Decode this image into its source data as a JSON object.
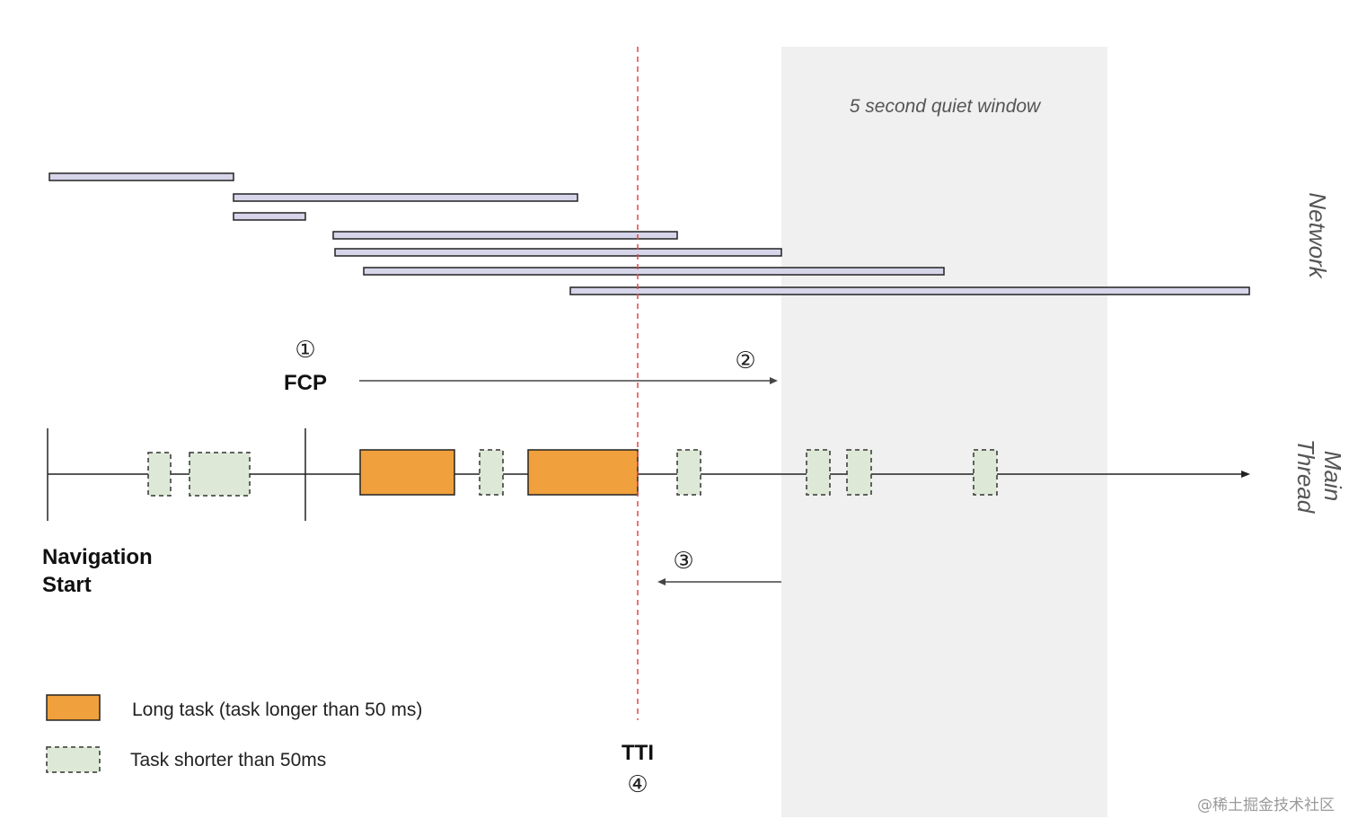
{
  "quiet_window": {
    "label": "5 second quiet window",
    "fill": "#f0f0f0"
  },
  "network_label": "Network",
  "main_thread_label": [
    "Main",
    "Thread"
  ],
  "fcp": {
    "number": "①",
    "label": "FCP"
  },
  "step2": {
    "number": "②"
  },
  "step3": {
    "number": "③"
  },
  "tti": {
    "label": "TTI",
    "number": "④"
  },
  "navigation_start": [
    "Navigation",
    "Start"
  ],
  "legend": {
    "long_task": "Long task (task longer than 50 ms)",
    "short_task": "Task shorter than 50ms"
  },
  "watermark": "@稀土掘金技术社区",
  "colors": {
    "network_bar": "#d6d5ea",
    "long_task": "#f0a03c",
    "short_task": "#dde9d6",
    "tti_line": "#e04848",
    "quiet_window": "#f0f0f0"
  }
}
